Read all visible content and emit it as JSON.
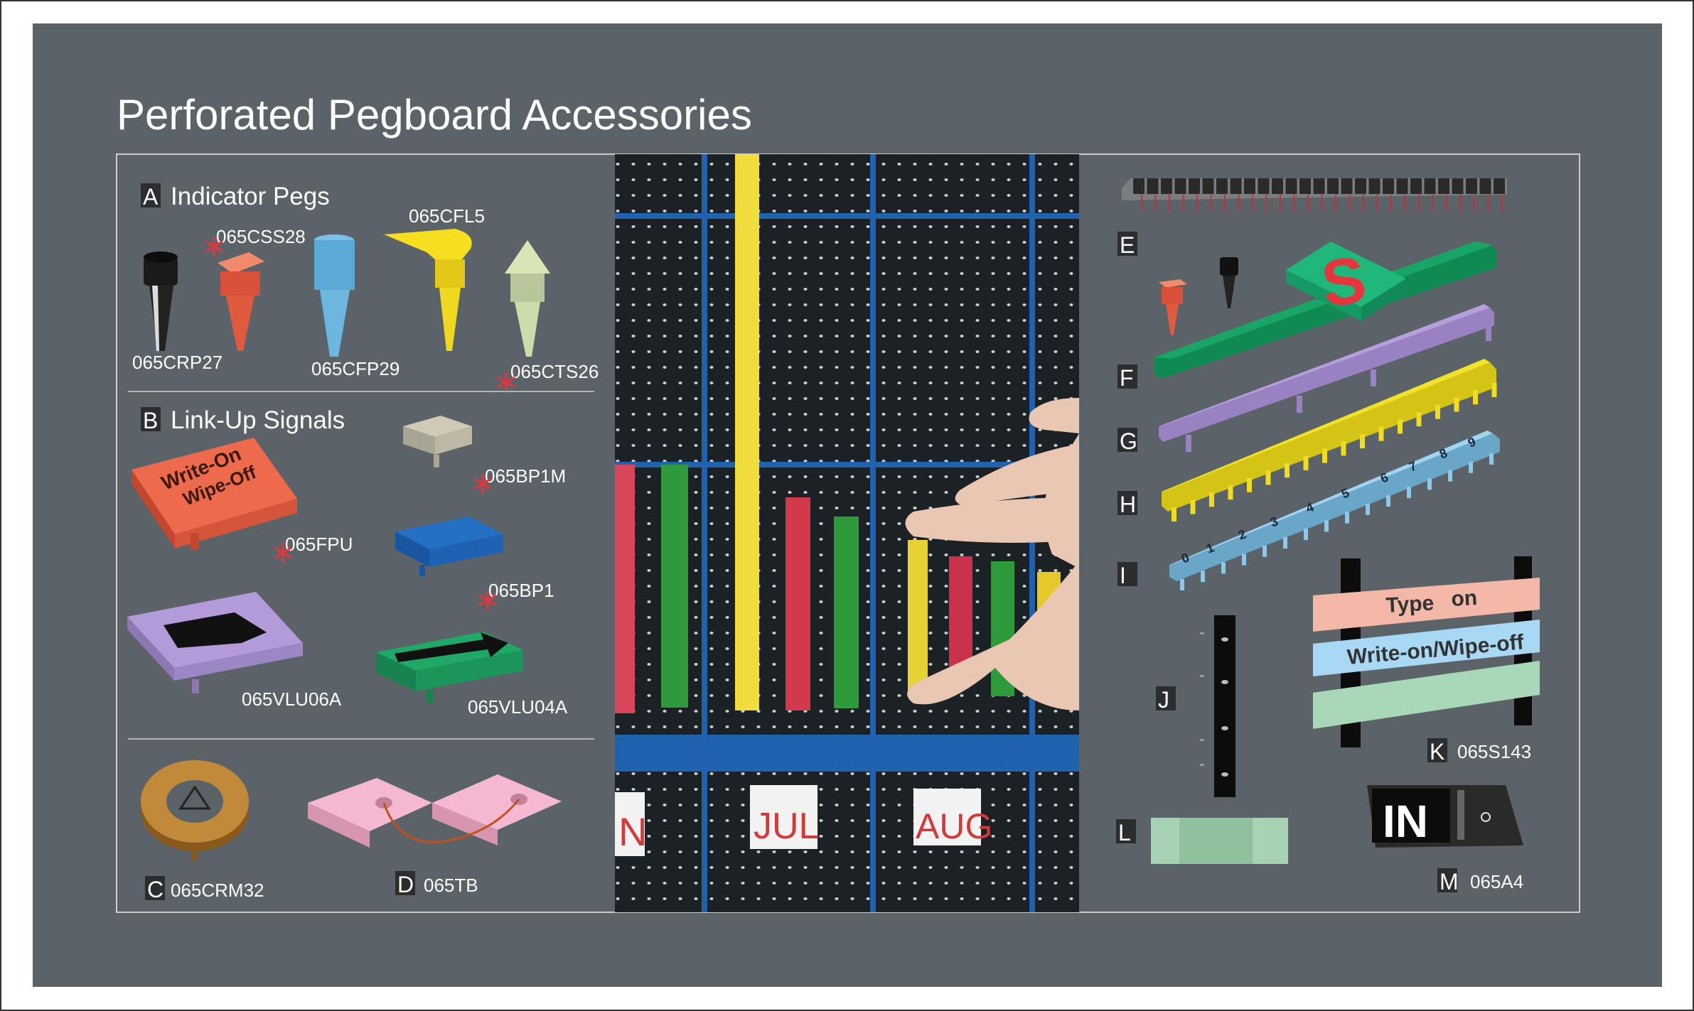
{
  "title": "Perforated Pegboard Accessories",
  "sections": {
    "A": {
      "letter": "A",
      "label": "Indicator Pegs"
    },
    "B": {
      "letter": "B",
      "label": "Link-Up Signals"
    },
    "C": {
      "letter": "C",
      "code": "065CRM32"
    },
    "D": {
      "letter": "D",
      "code": "065TB"
    }
  },
  "indicator_pegs": [
    "065CRP27",
    "065CSS28",
    "065CFP29",
    "065CFL5",
    "065CTS26"
  ],
  "link_up_signals": {
    "fpu": "065FPU",
    "bp1m": "065BP1M",
    "bp1": "065BP1",
    "vlu06a": "065VLU06A",
    "vlu04a": "065VLU04A",
    "card_line1": "Write-On",
    "card_line2": "Wipe-Off"
  },
  "photo": {
    "labels": [
      "N",
      "JUL",
      "AUG"
    ]
  },
  "right": {
    "E": "E",
    "F": "F",
    "G": "G",
    "H": "H",
    "I": "I",
    "J": "J",
    "K": "K",
    "K_code": "065S143",
    "L": "L",
    "M": "M",
    "M_code": "065A4",
    "s_letter": "S",
    "in_label": "IN",
    "strip_type": "Type",
    "strip_on": "on",
    "strip_write": "Write-on/Wipe-off",
    "digits": [
      "0",
      "1",
      "2",
      "3",
      "4",
      "5",
      "6",
      "7",
      "8",
      "9"
    ]
  },
  "colors": {
    "panel": "#5b6368",
    "accent_red": "#e8343c",
    "grid_blue": "#1f63b0"
  }
}
